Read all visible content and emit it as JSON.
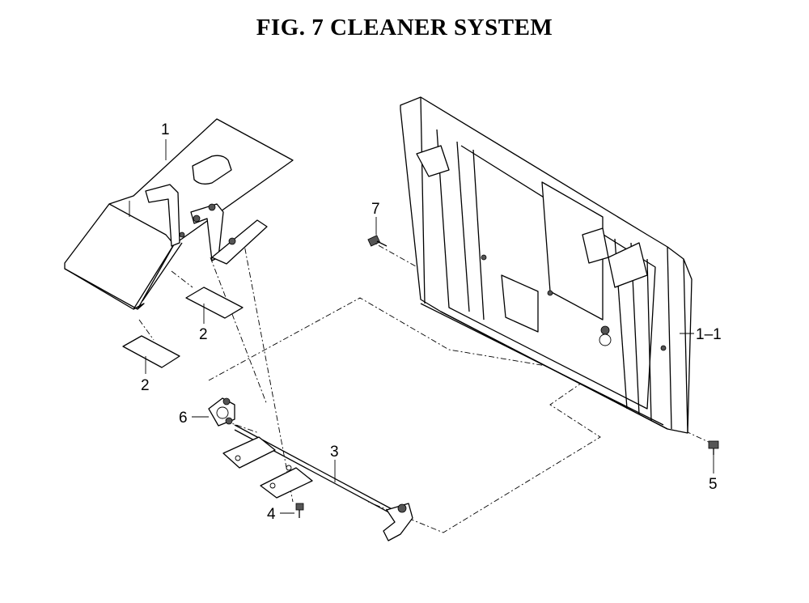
{
  "title": "FIG.  7  CLEANER SYSTEM",
  "callouts": {
    "c1": "1",
    "c2a": "2",
    "c2b": "2",
    "c3": "3",
    "c4": "4",
    "c5": "5",
    "c6": "6",
    "c7": "7",
    "c11": "1–1"
  }
}
